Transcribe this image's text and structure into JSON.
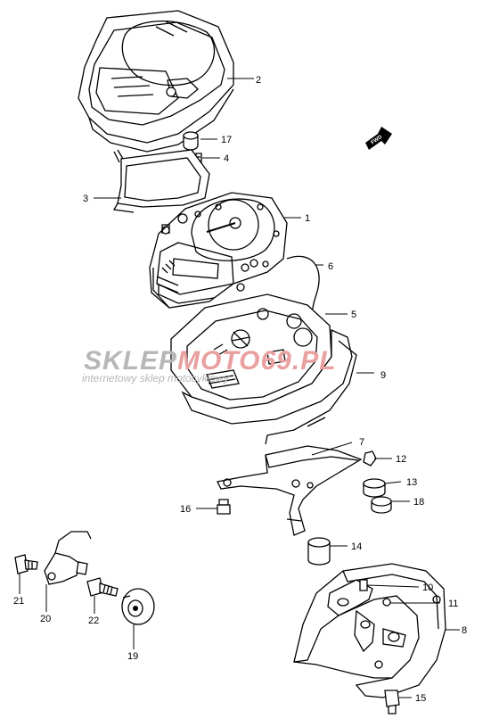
{
  "watermark": {
    "brand_part1": "SKLEP",
    "brand_part2": "MOTO",
    "brand_part3": "69.PL",
    "tagline": "internetowy sklep motocyklowy",
    "colors": {
      "gray": "#b7b7b7",
      "red": "#e8a0a0"
    }
  },
  "fwd_label": "FWD",
  "callouts": [
    {
      "id": "1",
      "label": "1"
    },
    {
      "id": "2",
      "label": "2"
    },
    {
      "id": "3",
      "label": "3"
    },
    {
      "id": "4",
      "label": "4"
    },
    {
      "id": "5",
      "label": "5"
    },
    {
      "id": "6",
      "label": "6"
    },
    {
      "id": "7",
      "label": "7"
    },
    {
      "id": "8",
      "label": "8"
    },
    {
      "id": "9",
      "label": "9"
    },
    {
      "id": "10",
      "label": "10"
    },
    {
      "id": "11",
      "label": "11"
    },
    {
      "id": "12",
      "label": "12"
    },
    {
      "id": "13",
      "label": "13"
    },
    {
      "id": "14",
      "label": "14"
    },
    {
      "id": "15",
      "label": "15"
    },
    {
      "id": "16",
      "label": "16"
    },
    {
      "id": "17",
      "label": "17"
    },
    {
      "id": "18",
      "label": "18"
    },
    {
      "id": "19",
      "label": "19"
    },
    {
      "id": "20",
      "label": "20"
    },
    {
      "id": "21",
      "label": "21"
    },
    {
      "id": "22",
      "label": "22"
    }
  ]
}
